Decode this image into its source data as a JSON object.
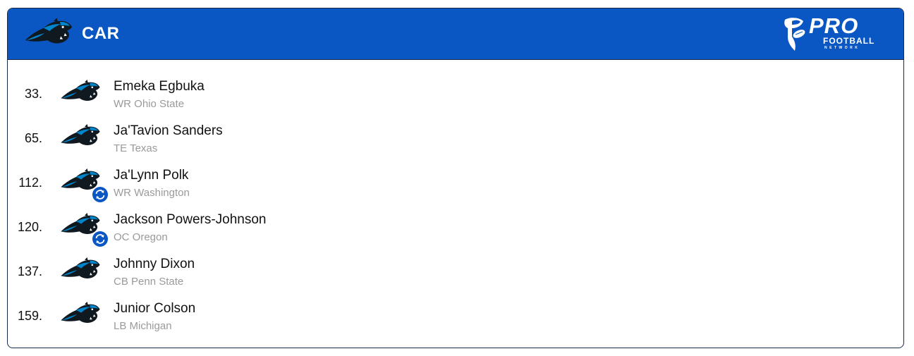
{
  "header": {
    "team_abbr": "CAR",
    "team_logo_icon": "panther-logo-icon",
    "brand": {
      "pro": "PRO",
      "football": "FOOTBALL",
      "network": "NETWORK"
    }
  },
  "colors": {
    "header_bg": "#0a57c4",
    "panther_blue": "#0085ca",
    "panther_black": "#101820",
    "trade_badge": "#0a57c4",
    "name_text": "#111111",
    "info_text": "#9a9a9a"
  },
  "picks": [
    {
      "number": "33.",
      "name": "Emeka Egbuka",
      "info": "WR Ohio State",
      "traded": false
    },
    {
      "number": "65.",
      "name": "Ja'Tavion Sanders",
      "info": "TE Texas",
      "traded": false
    },
    {
      "number": "112.",
      "name": "Ja'Lynn Polk",
      "info": "WR Washington",
      "traded": true
    },
    {
      "number": "120.",
      "name": "Jackson Powers-Johnson",
      "info": "OC Oregon",
      "traded": true
    },
    {
      "number": "137.",
      "name": "Johnny Dixon",
      "info": "CB Penn State",
      "traded": false
    },
    {
      "number": "159.",
      "name": "Junior Colson",
      "info": "LB Michigan",
      "traded": false
    }
  ]
}
